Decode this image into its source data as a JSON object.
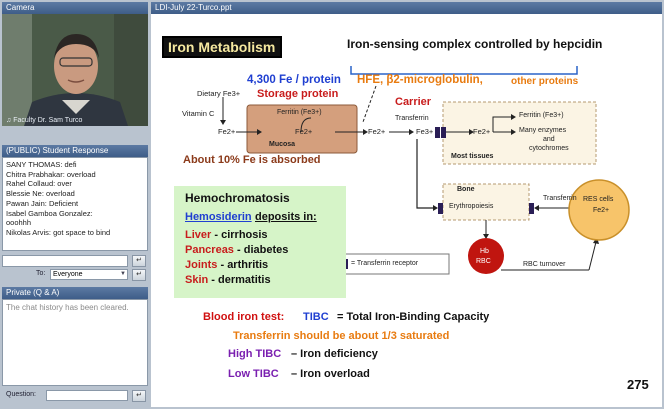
{
  "camera": {
    "title": "Camera",
    "label": "Faculty Dr. Sam Turco"
  },
  "student_response": {
    "title": "(PUBLIC) Student Response",
    "messages": [
      "SANY THOMAS: defi",
      "Chitra Prabhakar: overload",
      "Rahel Collaud: over",
      "Blessie Ne: overload",
      "Pawan Jain: Deficient",
      "Isabel Gamboa Gonzalez:",
      "ooohhh",
      "Nikolas Arvis: got space to bind"
    ],
    "to_label": "To:",
    "to_value": "Everyone",
    "send_icon": "return-arrow-icon"
  },
  "private": {
    "title": "Private (Q & A)",
    "history_text": "The chat history has been cleared.",
    "question_label": "Question:"
  },
  "slide": {
    "window_title": "LDI-July 22-Turco.ppt",
    "heading": "Iron Metabolism",
    "sensing": "Iron-sensing complex controlled by hepcidin",
    "fe_protein": "4,300 Fe / protein",
    "hfe": "HFE, β2-microglobulin,",
    "other_proteins": "other proteins",
    "storage_protein": "Storage protein",
    "carrier": "Carrier",
    "dietary": "Dietary Fe3+",
    "vitamin_c": "Vitamin C",
    "fe2_a": "Fe2+",
    "ferritin_mucosa": "Ferritin (Fe3+)",
    "fe2_mucosa": "Fe2+",
    "mucosa": "Mucosa",
    "fe2_out": "Fe2+",
    "transferrin": "Transferrin",
    "fe3_transferrin": "Fe3+",
    "ferritin_tissue": "Ferritin (Fe3+)",
    "fe2_tissue": "Fe2+",
    "enzymes": "Many enzymes",
    "and_cyto": "and",
    "cytochromes": "cytochromes",
    "most_tissues": "Most tissues",
    "about10": "About 10% Fe is absorbed",
    "bone": "Bone",
    "erythro": "Erythropoiesis",
    "transferrin2": "Transferrin",
    "res_cells": "RES cells",
    "res_fe2": "Fe2+",
    "hb": "Hb",
    "rbc": "RBC",
    "rbc_turnover": "RBC turnover",
    "transferrin_receptor": "= Transferrin receptor",
    "hemo_title": "Hemochromatosis",
    "hemosiderin": "Hemosiderin",
    "deposits": "deposits in:",
    "hemo_items": [
      {
        "organ": "Liver",
        "effect": "- cirrhosis"
      },
      {
        "organ": "Pancreas",
        "effect": "- diabetes"
      },
      {
        "organ": "Joints",
        "effect": "- arthritis"
      },
      {
        "organ": "Skin",
        "effect": "- dermatitis"
      }
    ],
    "blood_test": "Blood iron test:",
    "tibc": "TIBC",
    "tibc_eq": "= Total Iron-Binding Capacity",
    "transferrin_sat": "Transferrin should be about 1/3 saturated",
    "high_tibc": "High TIBC",
    "high_tibc_desc": "– Iron deficiency",
    "low_tibc": "Low TIBC",
    "low_tibc_desc": "– Iron overload",
    "page_number": "275"
  },
  "colors": {
    "title_bar": "#3e5d88",
    "slide_dark_red": "#8b1a1a",
    "blue": "#1f3fd1",
    "orange": "#e87b10",
    "purple": "#7a1fb0",
    "red": "#d01010",
    "green_box": "#d8f5c8",
    "tan_box": "#d9a782"
  }
}
